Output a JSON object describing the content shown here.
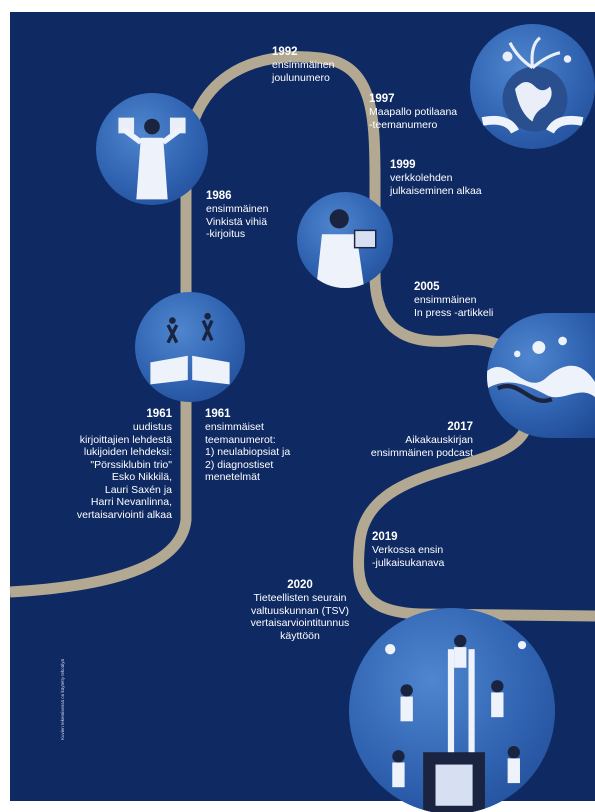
{
  "colors": {
    "background": "#0f2a63",
    "road": "#b3a992",
    "illustration": "#2f62b0"
  },
  "timeline": [
    {
      "id": "1992",
      "year": "1992",
      "text": "ensimmäinen\njoulunumero"
    },
    {
      "id": "1997",
      "year": "1997",
      "text": "Maapallo potilaana\n-teemanumero"
    },
    {
      "id": "1999",
      "year": "1999",
      "text": "verkkolehden\njulkaiseminen alkaa"
    },
    {
      "id": "1986",
      "year": "1986",
      "text": "ensimmäinen\nVinkistä vihiä\n-kirjoitus"
    },
    {
      "id": "2005",
      "year": "2005",
      "text": "ensimmäinen\nIn press -artikkeli"
    },
    {
      "id": "1961a",
      "year": "1961",
      "text": "uudistus\nkirjoittajien lehdestä\nlukijoiden lehdeksi:\n\"Pörssiklubin trio\"\nEsko Nikkilä,\nLauri Saxén ja\nHarri Nevanlinna,\nvertaisarviointi alkaa"
    },
    {
      "id": "1961b",
      "year": "1961",
      "text": "ensimmäiset\nteemanumerot:\n1) neulabiopsiat ja\n2) diagnostiset\nmenetelmät"
    },
    {
      "id": "2017",
      "year": "2017",
      "text": "Aikakauskirjan\nensimmäinen podcast"
    },
    {
      "id": "2019",
      "year": "2019",
      "text": "Verkossa ensin\n-julkaisukanava"
    },
    {
      "id": "2020",
      "year": "2020",
      "text": "Tieteellisten seurain\nvaltuuskunnan (TSV)\nvertaisarviointitunnus\nkäyttöön"
    }
  ],
  "side_note": "Kuvien tekemisessä on käytetty tekoälyä"
}
